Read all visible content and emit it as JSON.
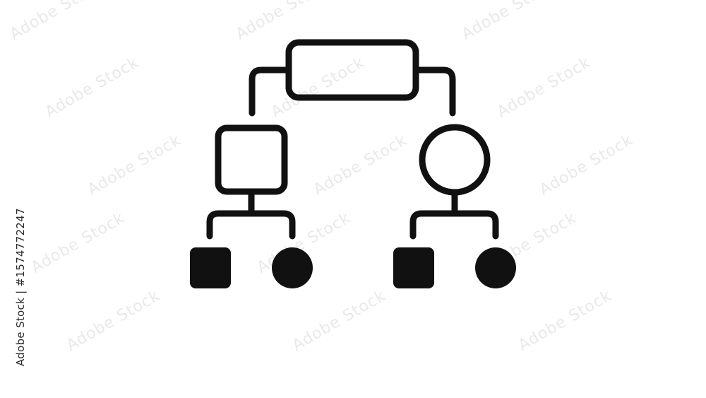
{
  "image": {
    "background_color": "#ffffff",
    "icon_color": "#111111",
    "watermark_color": "#e9e9e9",
    "credit_color": "#2a2a2a"
  },
  "icon": {
    "name": "hierarchy-org-chart-icon",
    "style": "outline-with-filled-leaves"
  },
  "watermark": {
    "text": "Adobe Stock"
  },
  "credit": {
    "text": "Adobe Stock | #1574772247"
  }
}
